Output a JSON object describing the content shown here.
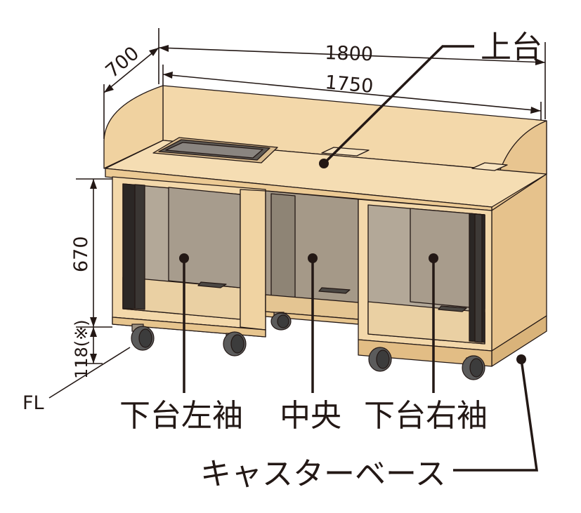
{
  "colors": {
    "wood": "#f3d8aa",
    "wood_dark": "#ddb57c",
    "interior": "#b3a898",
    "interior_shadow": "#9c8f80",
    "floor": "#e9c996",
    "outline": "#231815",
    "caster": "#5b5b5b"
  },
  "dimensions": {
    "width_outer": "1800",
    "width_inner": "1750",
    "depth": "700",
    "height_body": "670",
    "height_base": "118(※)",
    "floor_label": "FL"
  },
  "labels": {
    "top": "上台",
    "left": "下台左袖",
    "center": "中央",
    "right": "下台右袖",
    "caster_base": "キャスターベース"
  },
  "icons": [
    "caster-wheel-icon",
    "cable-slot-icon"
  ]
}
